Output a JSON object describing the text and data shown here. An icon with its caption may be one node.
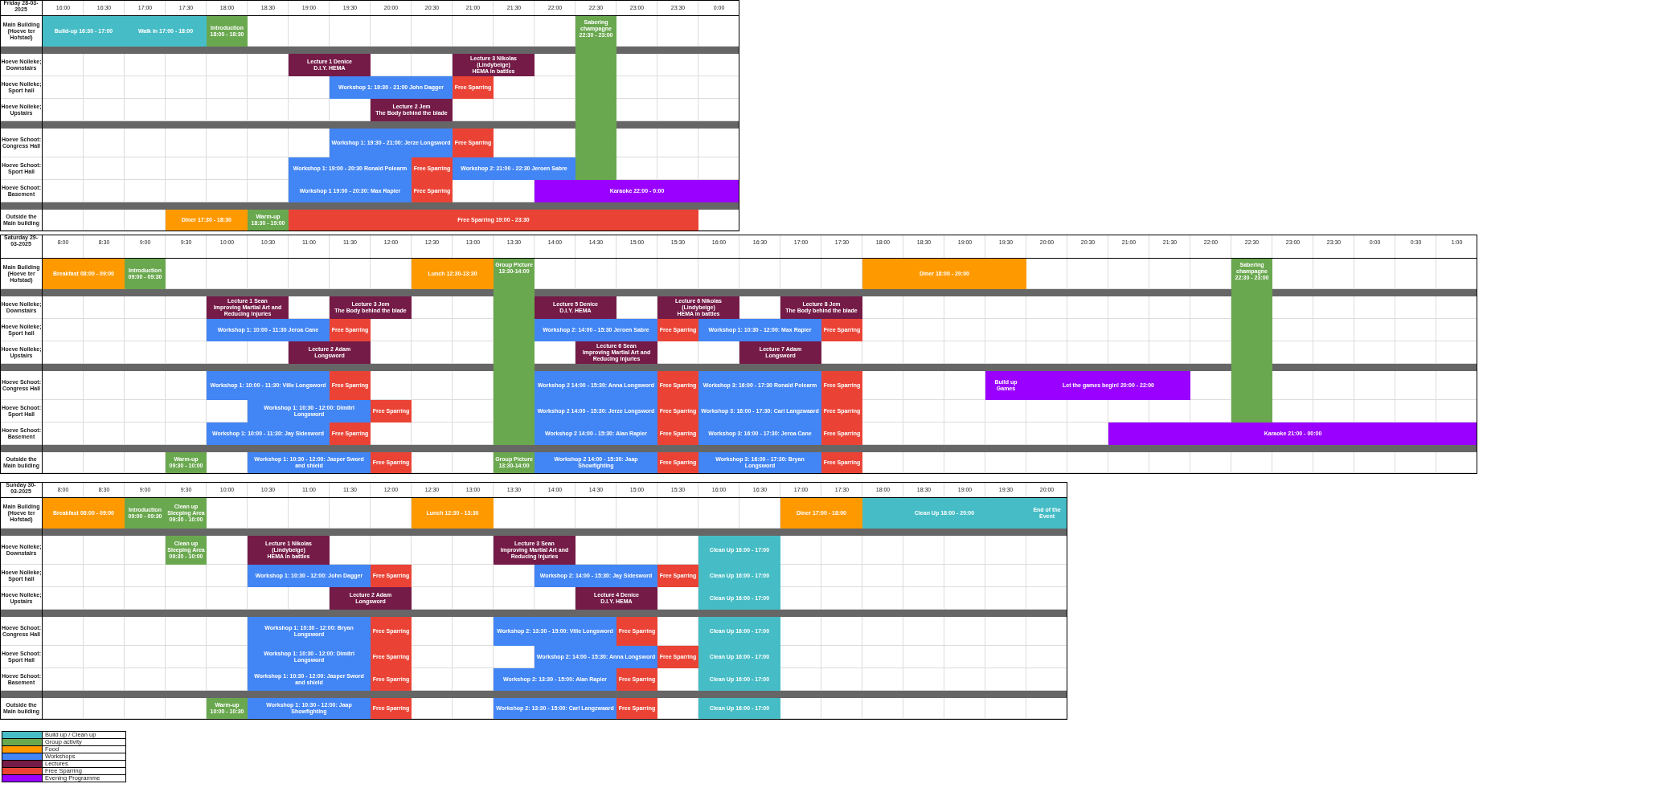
{
  "diagram": {
    "nodes": [
      {
        "text": [
          "Build-up 16:30 - 17:00"
        ]
      },
      {
        "text": [
          "Walk in 17:00 - 18:00"
        ]
      },
      {
        "text": [
          "Introduction 18:00 - 18:30"
        ]
      },
      {
        "text": [
          "Sabering champagne 22:30 - 23:00"
        ]
      },
      {
        "text": [
          "Lecture 1 Denice",
          "D.I.Y. HEMA"
        ]
      },
      {
        "text": [
          "Lecture 3 Nikolas (Lindybeige)",
          "HEMA in battles"
        ]
      },
      {
        "text": [
          "Workshop 1: 19:30 - 21:00 John Dagger"
        ]
      },
      {
        "text": [
          "Free Sparring"
        ]
      },
      {
        "text": [
          "Lecture 2 Jem",
          "The Body behind the blade"
        ]
      },
      {
        "text": [
          "Workshop 1: 19:30 - 21:00: Jerze Longsword"
        ]
      },
      {
        "text": [
          "Free Sparring"
        ]
      },
      {
        "text": [
          "Workshop 1: 19:00 - 20:30 Ronald Polearm"
        ]
      },
      {
        "text": [
          "Free Sparring"
        ]
      },
      {
        "text": [
          "Workshop 2: 21:00 - 22:30 Jeroen Sabre"
        ]
      },
      {
        "text": [
          "Workshop 1 19:00 - 20:30: Max Rapier"
        ]
      },
      {
        "text": [
          "Free Sparring"
        ]
      },
      {
        "text": [
          "Karaoke 22:00 - 0:00"
        ]
      },
      {
        "text": [
          "Diner 17:30 - 18:30"
        ]
      },
      {
        "text": [
          "Warm-up 18:30 - 19:00"
        ]
      },
      {
        "text": [
          "Free Sparring 19:00 - 23:30"
        ]
      },
      {
        "text": [
          "Breakfast 08:00 - 09:00"
        ]
      },
      {
        "text": [
          "Introduction 09:00 - 09:30"
        ]
      },
      {
        "text": [
          "Lunch 12:30-13:30"
        ]
      },
      {
        "text": [
          "Group Picture 13:30-14:00"
        ]
      },
      {
        "text": [
          "Diner 18:00 - 20:00"
        ]
      },
      {
        "text": [
          "Sabering champagne 22:30 - 23:00"
        ]
      },
      {
        "text": [
          "Lecture 1 Sean",
          "Improving Martial Art and Reducing Injuries"
        ]
      },
      {
        "text": [
          "Lecture 3 Jem",
          "The Body behind the blade"
        ]
      },
      {
        "text": [
          "Lecture 5 Denice",
          "D.I.Y. HEMA"
        ]
      },
      {
        "text": [
          "Lecture 6 Nikolas (Lindybeige)",
          "HEMA in battles"
        ]
      },
      {
        "text": [
          "Lecture 8 Jem",
          "The Body behind the blade"
        ]
      },
      {
        "text": [
          "Workshop 1: 10:00 - 11:30 Jeroa Cane"
        ]
      },
      {
        "text": [
          "Free Sparring"
        ]
      },
      {
        "text": [
          "Workshop 2: 14:00 - 15:30 Jeroen Sabre"
        ]
      },
      {
        "text": [
          "Free Sparring"
        ]
      },
      {
        "text": [
          "Workshop 1: 10:30 - 12:00: Max Rapier"
        ]
      },
      {
        "text": [
          "Free Sparring"
        ]
      },
      {
        "text": [
          "Lecture 2 Adam",
          "Longsword"
        ]
      },
      {
        "text": [
          "Lecture 6 Sean",
          "Improving Martial Art and Reducing Injuries"
        ]
      },
      {
        "text": [
          "Lecture 7 Adam",
          "Longsword"
        ]
      },
      {
        "text": [
          "Workshop 1: 10:00 - 11:30: Ville Longsword"
        ]
      },
      {
        "text": [
          "Free Sparring"
        ]
      },
      {
        "text": [
          "Workshop 2 14:00 - 15:30: Anna Longsword"
        ]
      },
      {
        "text": [
          "Free Sparring"
        ]
      },
      {
        "text": [
          "Workshop 3: 16:00 - 17:30 Ronald Polearm"
        ]
      },
      {
        "text": [
          "Free Sparring"
        ]
      },
      {
        "text": [
          "Build up Games"
        ]
      },
      {
        "text": [
          "Let the games begin! 20:00 - 22:00"
        ]
      },
      {
        "text": [
          "Workshop 1: 10:30 - 12:00: Dimitri Longsword"
        ]
      },
      {
        "text": [
          "Free Sparring"
        ]
      },
      {
        "text": [
          "Workshop 2 14:00 - 15:30: Jerze Longsword"
        ]
      },
      {
        "text": [
          "Free Sparring"
        ]
      },
      {
        "text": [
          "Workshop 3: 16:00 - 17:30: Carl Langzwaard"
        ]
      },
      {
        "text": [
          "Free Sparring"
        ]
      },
      {
        "text": [
          "Workshop 1: 10:00 - 11:30: Jay Sidesword"
        ]
      },
      {
        "text": [
          "Free Sparring"
        ]
      },
      {
        "text": [
          "Workshop 2 14:00 - 15:30: Alan Rapier"
        ]
      },
      {
        "text": [
          "Free Sparring"
        ]
      },
      {
        "text": [
          "Workshop 3: 16:00 - 17:30: Jeroa Cane"
        ]
      },
      {
        "text": [
          "Free Sparring"
        ]
      },
      {
        "text": [
          "Karaoke 21:00 - 00:00"
        ]
      },
      {
        "text": [
          "Warm-up 09:30 - 10:00"
        ]
      },
      {
        "text": [
          "Workshop 1: 10:30 - 12:00: Jasper Sword and shield"
        ]
      },
      {
        "text": [
          "Free Sparring"
        ]
      },
      {
        "text": [
          "Group Picture 13:30-14:00"
        ]
      },
      {
        "text": [
          "Workshop 2 14:00 - 15:30: Jaap Showfighting"
        ]
      },
      {
        "text": [
          "Free Sparring"
        ]
      },
      {
        "text": [
          "Workshop 3: 16:00 - 17:30: Bryan Longsword"
        ]
      },
      {
        "text": [
          "Free Sparring"
        ]
      },
      {
        "text": [
          "Breakfast 08:00 - 09:00"
        ]
      },
      {
        "text": [
          "Introduction 09:00 - 09:30"
        ]
      },
      {
        "text": [
          "Clean up Sleeping Area 09:30 - 10:00"
        ]
      },
      {
        "text": [
          "Lunch 12:30 - 13:30"
        ]
      },
      {
        "text": [
          "Diner 17:00 - 18:00"
        ]
      },
      {
        "text": [
          "Clean Up 18:00 - 20:00"
        ]
      },
      {
        "text": [
          "End of the Event"
        ]
      },
      {
        "text": [
          "Clean up Sleeping Area 09:30 - 10:00"
        ]
      },
      {
        "text": [
          "Lecture 1 Nikolas (Lindybeige)",
          "HEMA in battles"
        ]
      },
      {
        "text": [
          "Lecture 3 Sean",
          "Improving Martial Art and Reducing Injuries"
        ]
      },
      {
        "text": [
          "Clean Up 16:00 - 17:00"
        ]
      },
      {
        "text": [
          "Workshop 1: 10:30 - 12:00: John Dagger"
        ]
      },
      {
        "text": [
          "Free Sparring"
        ]
      },
      {
        "text": [
          "Workshop 2: 14:00 - 15:30: Jay Sidesword"
        ]
      },
      {
        "text": [
          "Free Sparring"
        ]
      },
      {
        "text": [
          "Clean Up 16:00 - 17:00"
        ]
      },
      {
        "text": [
          "Lecture 2 Adam",
          "Longsword"
        ]
      },
      {
        "text": [
          "Lecture 4 Denice",
          "D.I.Y. HEMA"
        ]
      },
      {
        "text": [
          "Clean Up 16:00 - 17:00"
        ]
      },
      {
        "text": [
          "Workshop 1: 10:30 - 12:00: Bryan Longsword"
        ]
      },
      {
        "text": [
          "Free Sparring"
        ]
      },
      {
        "text": [
          "Workshop 2: 13:30 - 15:00: Ville Longsword"
        ]
      },
      {
        "text": [
          "Free Sparring"
        ]
      },
      {
        "text": [
          "Clean Up 16:00 - 17:00"
        ]
      },
      {
        "text": [
          "Workshop 1: 10:30 - 12:00: Dimitri Longsword"
        ]
      },
      {
        "text": [
          "Free Sparring"
        ]
      },
      {
        "text": [
          "Workshop 2: 14:00 - 15:30: Anna Longsword"
        ]
      },
      {
        "text": [
          "Free Sparring"
        ]
      },
      {
        "text": [
          "Clean Up 16:00 - 17:00"
        ]
      },
      {
        "text": [
          "Workshop 1: 10:30 - 12:00: Jasper Sword and shield"
        ]
      },
      {
        "text": [
          "Free Sparring"
        ]
      },
      {
        "text": [
          "Workshop 2: 13:30 - 15:00: Alan Rapier"
        ]
      },
      {
        "text": [
          "Free Sparring"
        ]
      },
      {
        "text": [
          "Clean Up 16:00 - 17:00"
        ]
      },
      {
        "text": [
          "Warm-up 10:00 - 10:30"
        ]
      },
      {
        "text": [
          "Workshop 1: 10:30 - 12:00: Jaap Showfighting"
        ]
      },
      {
        "text": [
          "Free Sparring"
        ]
      },
      {
        "text": [
          "Workshop 2: 13:30 - 15:00: Carl Langzwaard"
        ]
      },
      {
        "text": [
          "Free Sparring"
        ]
      },
      {
        "text": [
          "Clean Up 16:00 - 17:00"
        ]
      }
    ],
    "labels": [
      "Friday 28-03-2025",
      "16:00",
      "16:30",
      "17:00",
      "17:30",
      "18:00",
      "18:30",
      "19:00",
      "19:30",
      "20:00",
      "20:30",
      "21:00",
      "21:30",
      "22:00",
      "22:30",
      "23:00",
      "23:30",
      "0:00",
      "Main Building (Hoeve ter Hofstad)",
      "Hoeve Nolleke; Downstairs",
      "Hoeve Nolleke; Sport hall",
      "Hoeve Nolleke; Upstairs",
      "Hoeve Schoot: Congress Hall",
      "Hoeve Schoot: Sport Hall",
      "Hoeve Schoot: Basement",
      "Outside the Main building",
      "Saturday 29-03-2025",
      "8:00",
      "8:30",
      "9:00",
      "9:30",
      "10:00",
      "10:30",
      "11:00",
      "11:30",
      "12:00",
      "12:30",
      "13:00",
      "13:30",
      "14:00",
      "14:30",
      "15:00",
      "15:30",
      "16:00",
      "16:30",
      "17:00",
      "17:30",
      "18:00",
      "18:30",
      "19:00",
      "19:30",
      "20:00",
      "20:30",
      "21:00",
      "21:30",
      "22:00",
      "22:30",
      "23:00",
      "23:30",
      "0:00",
      "0:30",
      "1:00",
      "Main Building (Hoeve ter Hofstad)",
      "Hoeve Nolleke; Downstairs",
      "Hoeve Nolleke; Sport hall",
      "Hoeve Nolleke; Upstairs",
      "Hoeve Schoot: Congress Hall",
      "Hoeve Schoot: Sport Hall",
      "Hoeve Schoot: Basement",
      "Outside the Main building",
      "Sunday 30-03-2025",
      "8:00",
      "8:30",
      "9:00",
      "9:30",
      "10:00",
      "10:30",
      "11:00",
      "11:30",
      "12:00",
      "12:30",
      "13:00",
      "13:30",
      "14:00",
      "14:30",
      "15:00",
      "15:30",
      "16:00",
      "16:30",
      "17:00",
      "17:30",
      "18:00",
      "18:30",
      "19:00",
      "19:30",
      "20:00",
      "Main Building (Hoeve ter Hofstad)",
      "Hoeve Nolleke; Downstairs",
      "Hoeve Nolleke; Sport hall",
      "Hoeve Nolleke; Upstairs",
      "Hoeve Schoot: Congress Hall",
      "Hoeve Schoot: Sport Hall",
      "Hoeve Schoot: Basement",
      "Outside the Main building"
    ],
    "legend": [
      {
        "text": "Build up / Clean up",
        "color": "#46bdc6"
      },
      {
        "text": "Group activity",
        "color": "#6aa84f"
      },
      {
        "text": "Food",
        "color": "#ff9900"
      },
      {
        "text": "Workshops",
        "color": "#4285f4"
      },
      {
        "text": "Lectures",
        "color": "#741b47"
      },
      {
        "text": "Free Sparring",
        "color": "#ea4335"
      },
      {
        "text": "Evening Programme",
        "color": "#9900ff"
      }
    ]
  }
}
